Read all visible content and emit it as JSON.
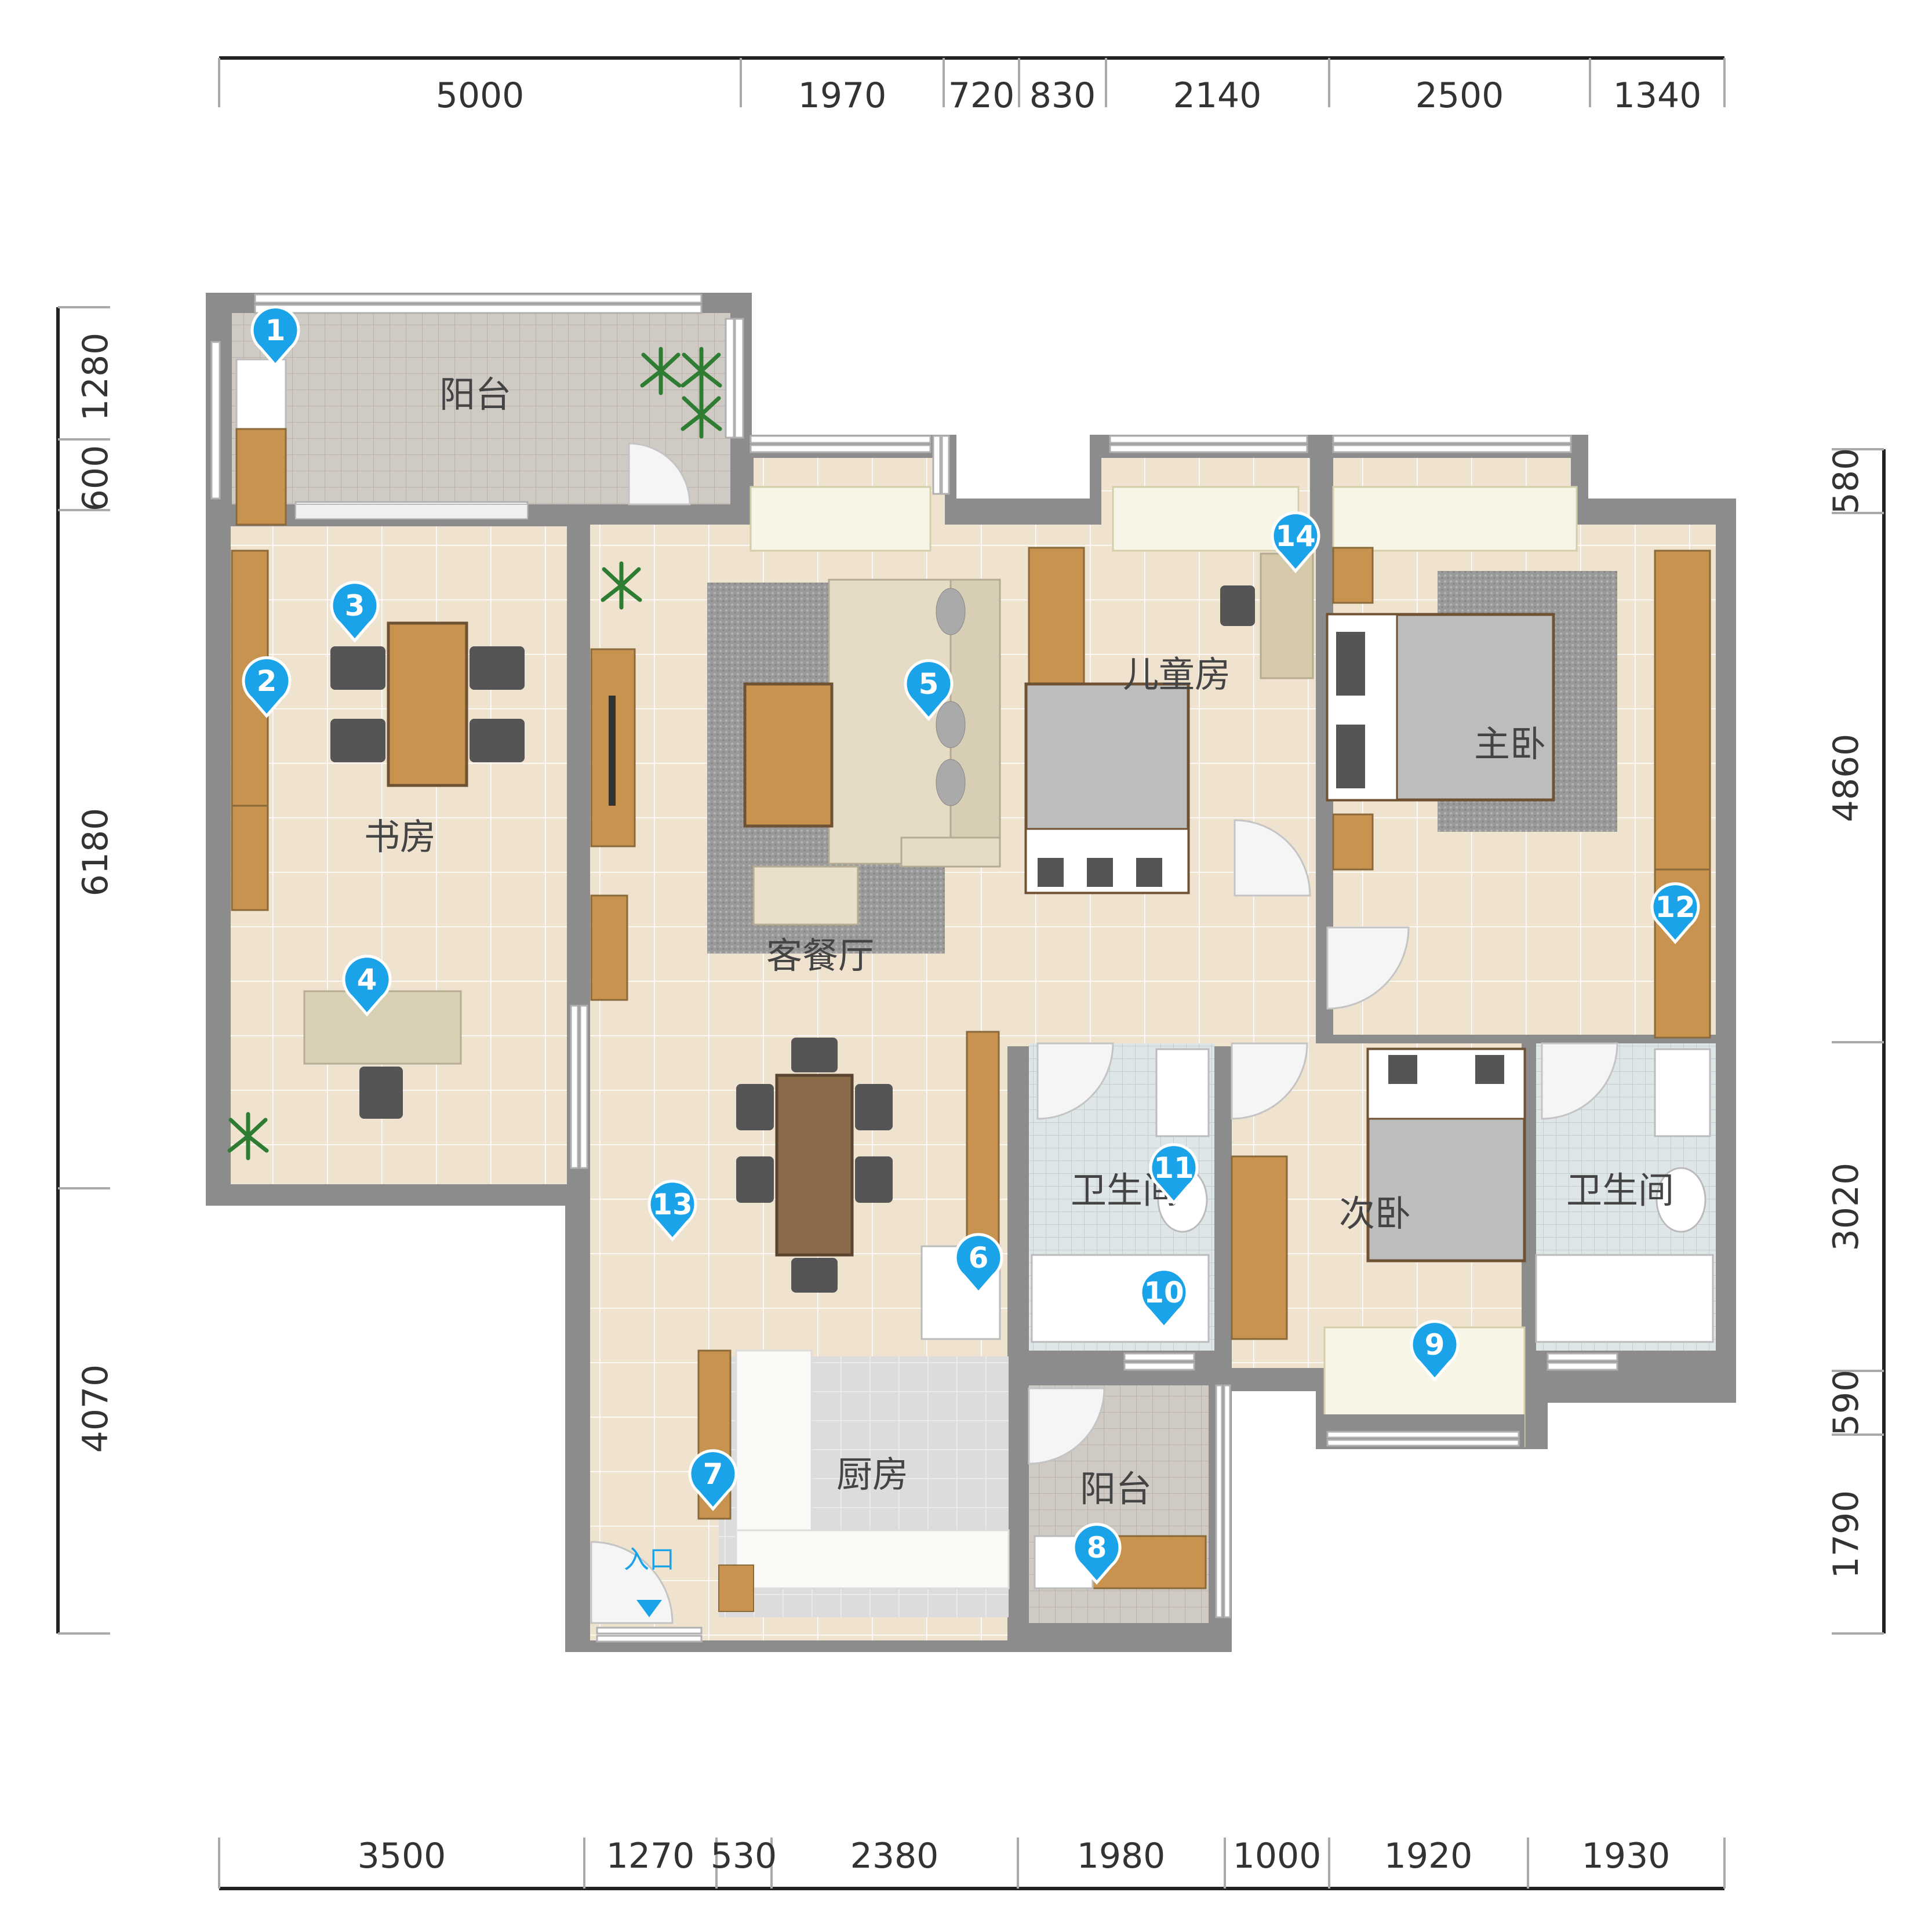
{
  "colors": {
    "wall": "#8c8c8c",
    "floor": "#efe3cf",
    "grid": "#ffffff",
    "balcony": "#cfcac4",
    "bath": "#dde4e6",
    "rug": "#9a9a9a",
    "wood": "#c8934f",
    "window": "#f7f5e6",
    "pin": "#1aa3e8",
    "dim": "#333333"
  },
  "dimensions": {
    "top": [
      "5000",
      "1970",
      "720",
      "830",
      "2140",
      "2500",
      "1340"
    ],
    "bottom": [
      "3500",
      "1270",
      "530",
      "2380",
      "1980",
      "1000",
      "1920",
      "1930"
    ],
    "left": [
      "1280",
      "600",
      "6180",
      "4070"
    ],
    "right": [
      "580",
      "4860",
      "3020",
      "590",
      "1790"
    ]
  },
  "rooms": {
    "balcony_top": "阳台",
    "study": "书房",
    "living": "客餐厅",
    "kids": "儿童房",
    "master": "主卧",
    "bath1": "卫生间",
    "second": "次卧",
    "bath2": "卫生间",
    "kitchen": "厨房",
    "balcony_bottom": "阳台",
    "entrance": "入口"
  },
  "markers": [
    "1",
    "2",
    "3",
    "4",
    "5",
    "6",
    "7",
    "8",
    "9",
    "10",
    "11",
    "12",
    "13",
    "14"
  ]
}
